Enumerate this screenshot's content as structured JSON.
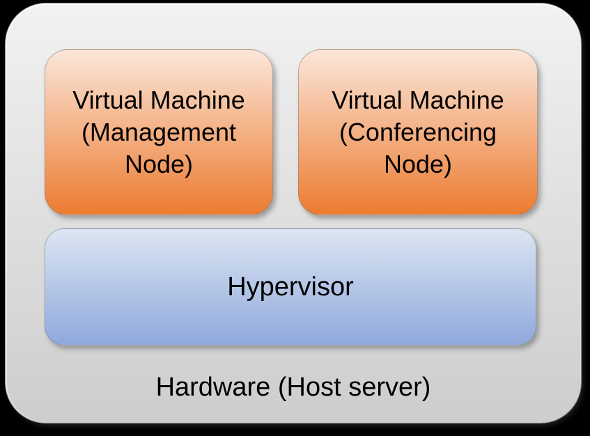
{
  "diagram_type": "layered architecture diagram",
  "colors": {
    "background": "#000000",
    "host_top": "#F2F2F2",
    "host_bottom": "#CDCDCD",
    "vm_top": "#FBE6D9",
    "vm_bottom": "#EC7B30",
    "hyp_top": "#DCE5F2",
    "hyp_bottom": "#8FA9DC",
    "text": "#000000"
  },
  "host": {
    "label": "Hardware (Host server)"
  },
  "hypervisor": {
    "label": "Hypervisor"
  },
  "vm_boxes": [
    {
      "text": "Virtual Machine (Management Node)",
      "lines": [
        "Virtual Machine",
        "(Management",
        "Node)"
      ]
    },
    {
      "text": "Virtual Machine (Conferencing Node)",
      "lines": [
        "Virtual Machine",
        "(Conferencing",
        "Node)"
      ]
    }
  ]
}
